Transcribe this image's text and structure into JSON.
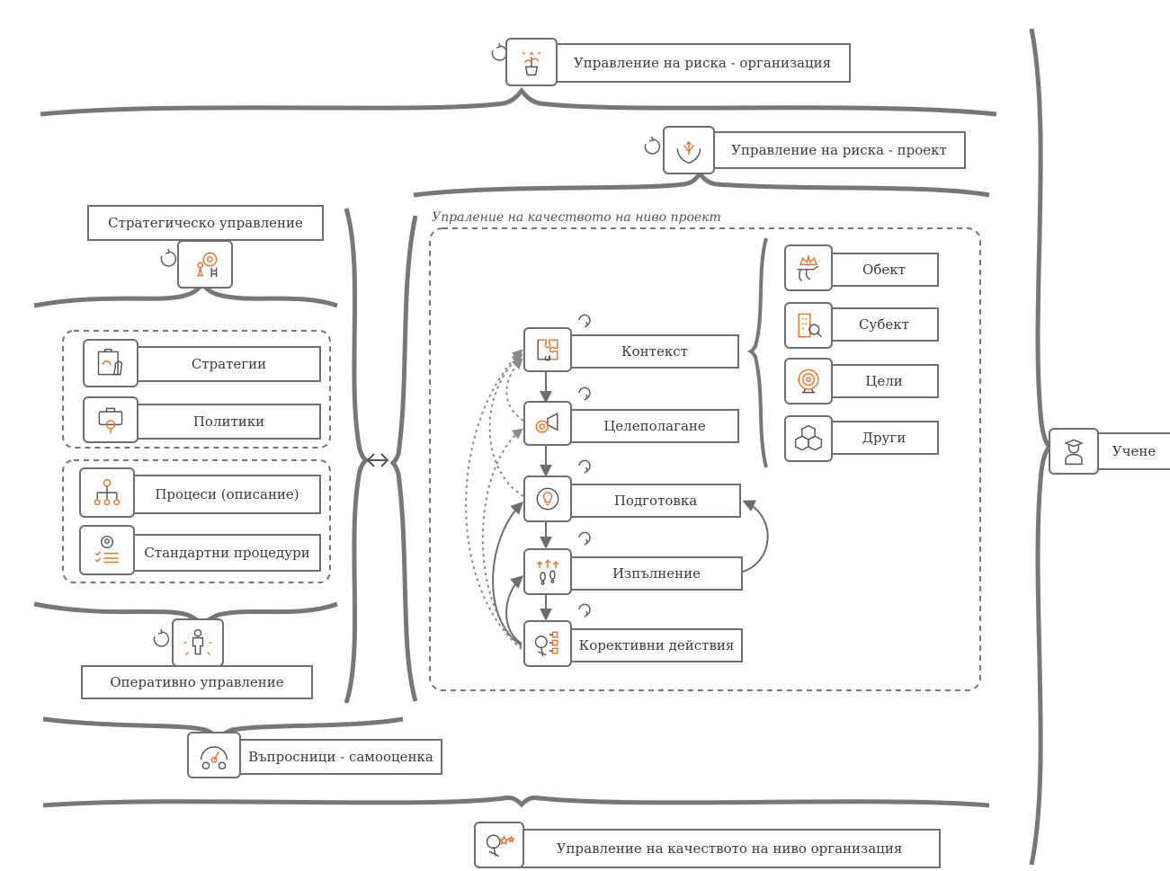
{
  "colors": {
    "line": "#6e6e6e",
    "accent": "#e8742c",
    "text": "#3a3a3a"
  },
  "labels": {
    "risk_org": "Управление на риска - организация",
    "risk_project": "Управление на риска - проект",
    "strategic": "Стратегическо управление",
    "strategies": "Стратегии",
    "policies": "Политики",
    "processes": "Процеси (описание)",
    "procedures": "Стандартни процедури",
    "operational": "Оперативно управление",
    "questionnaires": "Въпросници - самооценка",
    "quality_project_title": "Упраление на качеството на ниво проект",
    "context": "Контекст",
    "goal_setting": "Целеполагане",
    "preparation": "Подготовка",
    "execution": "Изпълнение",
    "corrective": "Корективни действия",
    "object": "Обект",
    "subject": "Субект",
    "goals": "Цели",
    "other": "Други",
    "learning": "Учене",
    "quality_org": "Управление на качеството на ниво организация"
  },
  "icons": {
    "risk_org": "plant-arrows-icon",
    "risk_project": "hands-arrows-icon",
    "strategic": "chess-target-icon",
    "strategies": "strategy-board-icon",
    "policies": "briefcase-search-icon",
    "processes": "process-tree-icon",
    "procedures": "checklist-person-icon",
    "operational": "manager-icon",
    "questionnaires": "gauge-icon",
    "context": "puzzle-icon",
    "goal_setting": "megaphone-target-icon",
    "preparation": "bulb-gears-icon",
    "execution": "footsteps-icon",
    "corrective": "touch-checklist-icon",
    "object": "crown-hand-icon",
    "subject": "building-search-icon",
    "goals": "target-icon",
    "other": "cubes-icon",
    "learning": "graduate-icon",
    "quality_org": "touch-stars-icon",
    "bidirectional": "double-arrow-icon"
  }
}
